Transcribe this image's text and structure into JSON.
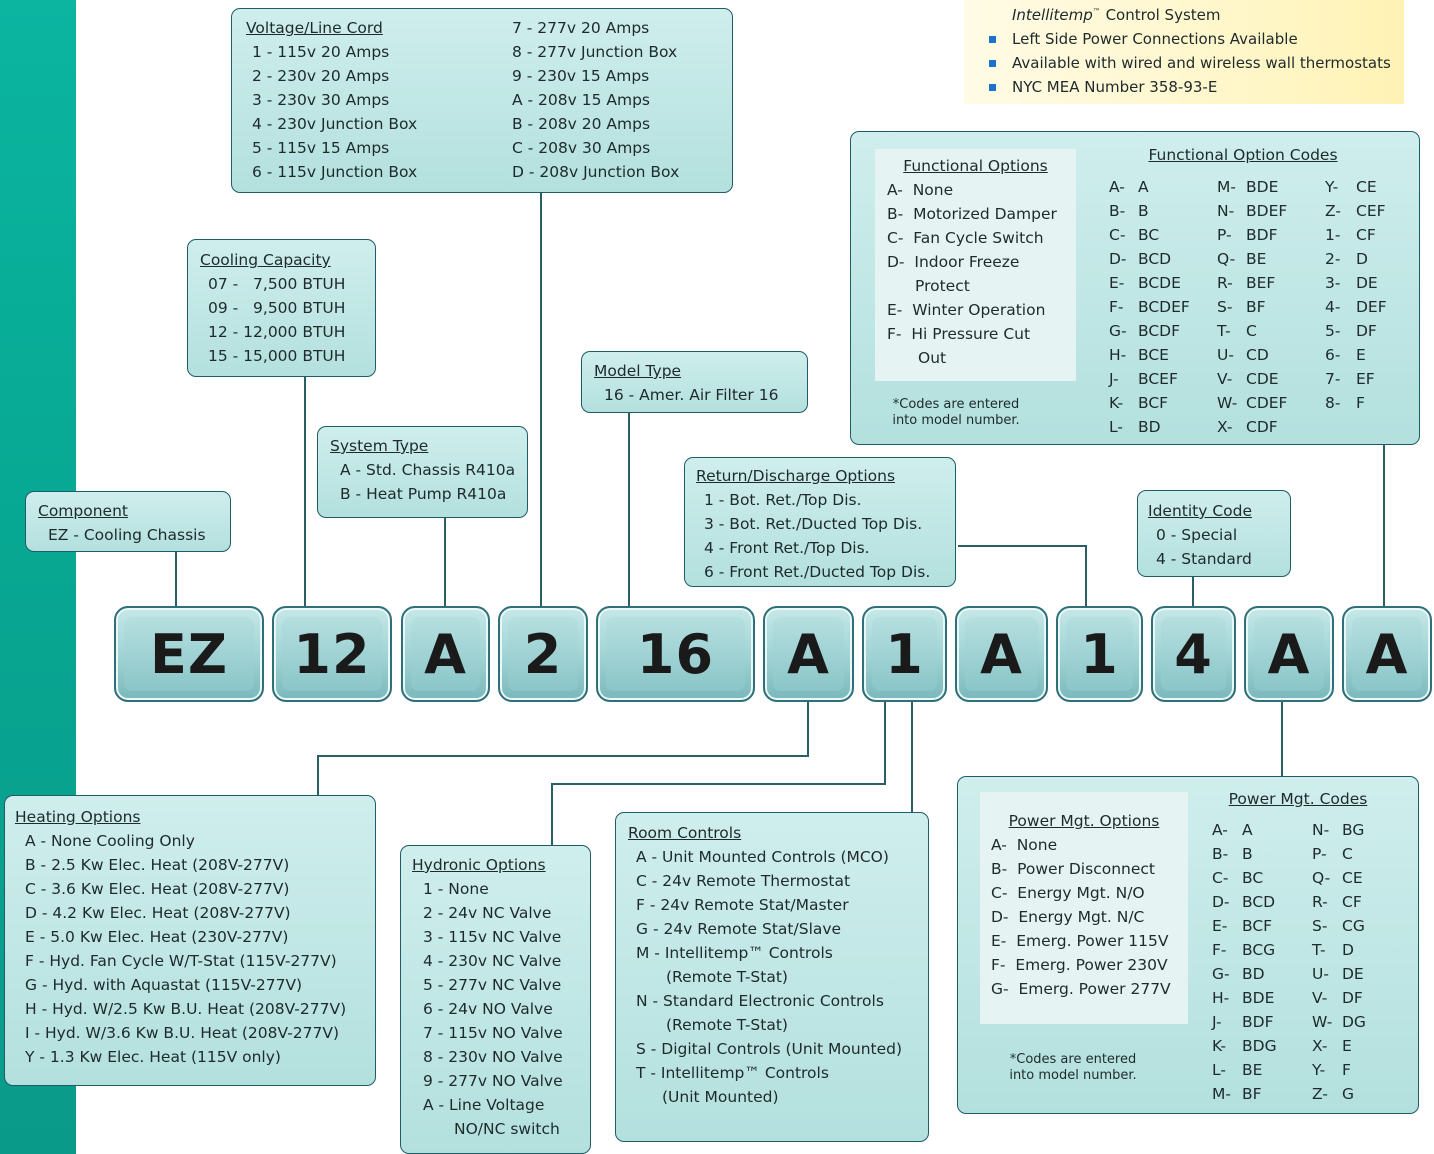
{
  "features": {
    "continued": "Intellitemp",
    "continued_tm": "™",
    "continued_suffix": " Control System",
    "bullets": [
      "Left Side Power Connections Available",
      "Available with wired and wireless wall thermostats",
      "NYC MEA Number 358-93-E"
    ]
  },
  "model_code": [
    "EZ",
    "12",
    "A",
    "2",
    "16",
    "A",
    "1",
    "A",
    "1",
    "4",
    "A",
    "A"
  ],
  "voltage": {
    "title": "Voltage/Line Cord",
    "col1": [
      "1 - 115v 20 Amps",
      "2 - 230v 20 Amps",
      "3 - 230v 30 Amps",
      "4 - 230v Junction Box",
      "5 - 115v 15 Amps",
      "6 - 115v Junction Box"
    ],
    "col2": [
      "7 - 277v 20 Amps",
      "8 - 277v Junction Box",
      "9 - 230v 15 Amps",
      "A - 208v 15 Amps",
      "B - 208v 20 Amps",
      "C - 208v 30 Amps",
      "D - 208v Junction Box"
    ]
  },
  "cooling": {
    "title": "Cooling Capacity",
    "items": [
      "07 -   7,500 BTUH",
      "09 -   9,500 BTUH",
      "12 - 12,000 BTUH",
      "15 - 15,000 BTUH"
    ]
  },
  "model_type": {
    "title": "Model Type",
    "items": [
      "16 - Amer. Air Filter 16"
    ]
  },
  "system_type": {
    "title": "System Type",
    "items": [
      "A - Std. Chassis R410a",
      "B - Heat Pump R410a"
    ]
  },
  "component": {
    "title": "Component",
    "items": [
      "EZ - Cooling Chassis"
    ]
  },
  "return_discharge": {
    "title": "Return/Discharge Options",
    "items": [
      "1 - Bot. Ret./Top Dis.",
      "3 - Bot. Ret./Ducted Top Dis.",
      "4 - Front Ret./Top Dis.",
      "6 - Front Ret./Ducted Top Dis."
    ]
  },
  "identity": {
    "title": "Identity Code",
    "items": [
      "0 - Special",
      "4 - Standard"
    ]
  },
  "functional": {
    "options_title": "Functional Options",
    "options": [
      "A-  None",
      "B-  Motorized Damper",
      "C-  Fan Cycle Switch",
      "D-  Indoor Freeze",
      "Protect",
      "E-  Winter Operation",
      "F-  Hi Pressure Cut",
      "Out"
    ],
    "note": [
      "*Codes are entered",
      "into model number."
    ],
    "codes_title": "Functional Option Codes",
    "codes": [
      [
        "A-",
        "A",
        "M-",
        "BDE",
        "Y-",
        "CE"
      ],
      [
        "B-",
        "B",
        "N-",
        "BDEF",
        "Z-",
        "CEF"
      ],
      [
        "C-",
        "BC",
        "P-",
        "BDF",
        "1-",
        "CF"
      ],
      [
        "D-",
        "BCD",
        "Q-",
        "BE",
        "2-",
        "D"
      ],
      [
        "E-",
        "BCDE",
        "R-",
        "BEF",
        "3-",
        "DE"
      ],
      [
        "F-",
        "BCDEF",
        "S-",
        "BF",
        "4-",
        "DEF"
      ],
      [
        "G-",
        "BCDF",
        "T-",
        "C",
        "5-",
        "DF"
      ],
      [
        "H-",
        "BCE",
        "U-",
        "CD",
        "6-",
        "E"
      ],
      [
        "J-",
        "BCEF",
        "V-",
        "CDE",
        "7-",
        "EF"
      ],
      [
        "K-",
        "BCF",
        "W-",
        "CDEF",
        "8-",
        "F"
      ],
      [
        "L-",
        "BD",
        "X-",
        "CDF",
        "",
        ""
      ]
    ]
  },
  "heating": {
    "title": "Heating Options",
    "items": [
      "A - None Cooling Only",
      "B - 2.5 Kw Elec. Heat (208V-277V)",
      "C - 3.6 Kw Elec. Heat (208V-277V)",
      "D - 4.2 Kw Elec. Heat (208V-277V)",
      "E - 5.0 Kw Elec. Heat (230V-277V)",
      "F - Hyd. Fan Cycle W/T-Stat (115V-277V)",
      "G - Hyd. with Aquastat (115V-277V)",
      "H - Hyd. W/2.5 Kw B.U. Heat (208V-277V)",
      "I - Hyd. W/3.6 Kw B.U. Heat (208V-277V)",
      "Y - 1.3 Kw Elec. Heat (115V only)"
    ]
  },
  "hydronic": {
    "title": "Hydronic Options",
    "items": [
      "1 - None",
      "2 - 24v NC Valve",
      "3 - 115v NC Valve",
      "4 - 230v NC Valve",
      "5 - 277v NC Valve",
      "6 - 24v NO Valve",
      "7 - 115v NO Valve",
      "8 - 230v NO Valve",
      "9 - 277v NO Valve",
      "A - Line Voltage",
      "NO/NC switch"
    ]
  },
  "room_controls": {
    "title": "Room Controls",
    "items": [
      "A - Unit Mounted Controls (MCO)",
      "C - 24v Remote Thermostat",
      "F - 24v Remote Stat/Master",
      "G - 24v Remote Stat/Slave",
      "M - Intellitemp™ Controls",
      "(Remote T-Stat)",
      "N - Standard Electronic Controls",
      "(Remote T-Stat)",
      "S - Digital Controls (Unit Mounted)",
      "T - Intellitemp™ Controls",
      "(Unit Mounted)"
    ]
  },
  "power": {
    "options_title": "Power Mgt. Options",
    "options": [
      "A-  None",
      "B-  Power Disconnect",
      "C-  Energy Mgt. N/O",
      "D-  Energy Mgt. N/C",
      "E-  Emerg. Power 115V",
      "F-  Emerg. Power 230V",
      "G-  Emerg. Power 277V"
    ],
    "note": [
      "*Codes are entered",
      "into model number."
    ],
    "codes_title": "Power Mgt. Codes",
    "codes": [
      [
        "A-",
        "A",
        "N-",
        "BG"
      ],
      [
        "B-",
        "B",
        "P-",
        "C"
      ],
      [
        "C-",
        "BC",
        "Q-",
        "CE"
      ],
      [
        "D-",
        "BCD",
        "R-",
        "CF"
      ],
      [
        "E-",
        "BCF",
        "S-",
        "CG"
      ],
      [
        "F-",
        "BCG",
        "T-",
        "D"
      ],
      [
        "G-",
        "BD",
        "U-",
        "DE"
      ],
      [
        "H-",
        "BDE",
        "V-",
        "DF"
      ],
      [
        "J-",
        "BDF",
        "W-",
        "DG"
      ],
      [
        "K-",
        "BDG",
        "X-",
        "E"
      ],
      [
        "L-",
        "BE",
        "Y-",
        "F"
      ],
      [
        "M-",
        "BF",
        "Z-",
        "G"
      ]
    ]
  }
}
